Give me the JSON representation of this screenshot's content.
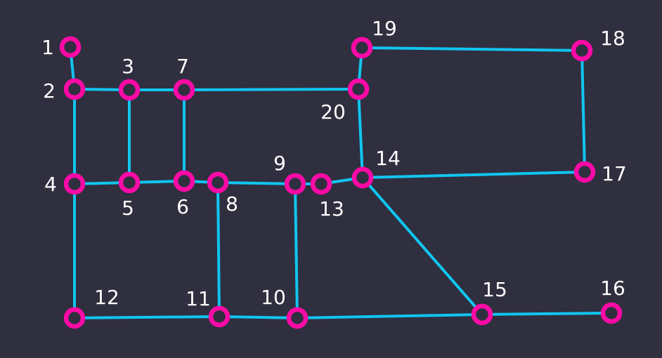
{
  "colors": {
    "background": "#2f2f3f",
    "edge": "#11c5f0",
    "node_stroke": "#ff0aa6",
    "node_fill": "#2f2f3f",
    "label": "#ffffff"
  },
  "nodes": [
    {
      "id": "1",
      "label": "1"
    },
    {
      "id": "2",
      "label": "2"
    },
    {
      "id": "3",
      "label": "3"
    },
    {
      "id": "4",
      "label": "4"
    },
    {
      "id": "5",
      "label": "5"
    },
    {
      "id": "6",
      "label": "6"
    },
    {
      "id": "7",
      "label": "7"
    },
    {
      "id": "8",
      "label": "8"
    },
    {
      "id": "9",
      "label": "9"
    },
    {
      "id": "10",
      "label": "10"
    },
    {
      "id": "11",
      "label": "11"
    },
    {
      "id": "12",
      "label": "12"
    },
    {
      "id": "13",
      "label": "13"
    },
    {
      "id": "14",
      "label": "14"
    },
    {
      "id": "15",
      "label": "15"
    },
    {
      "id": "16",
      "label": "16"
    },
    {
      "id": "17",
      "label": "17"
    },
    {
      "id": "18",
      "label": "18"
    },
    {
      "id": "19",
      "label": "19"
    },
    {
      "id": "20",
      "label": "20"
    }
  ],
  "edges": [
    [
      "1",
      "2"
    ],
    [
      "2",
      "3"
    ],
    [
      "3",
      "7"
    ],
    [
      "7",
      "20"
    ],
    [
      "20",
      "19"
    ],
    [
      "19",
      "18"
    ],
    [
      "18",
      "17"
    ],
    [
      "17",
      "14"
    ],
    [
      "14",
      "20"
    ],
    [
      "2",
      "4"
    ],
    [
      "3",
      "5"
    ],
    [
      "7",
      "6"
    ],
    [
      "4",
      "5"
    ],
    [
      "5",
      "6"
    ],
    [
      "6",
      "8"
    ],
    [
      "8",
      "9"
    ],
    [
      "9",
      "13"
    ],
    [
      "13",
      "14"
    ],
    [
      "14",
      "15"
    ],
    [
      "15",
      "16"
    ],
    [
      "8",
      "11"
    ],
    [
      "9",
      "10"
    ],
    [
      "4",
      "12"
    ],
    [
      "12",
      "11"
    ],
    [
      "11",
      "10"
    ],
    [
      "10",
      "15"
    ]
  ]
}
